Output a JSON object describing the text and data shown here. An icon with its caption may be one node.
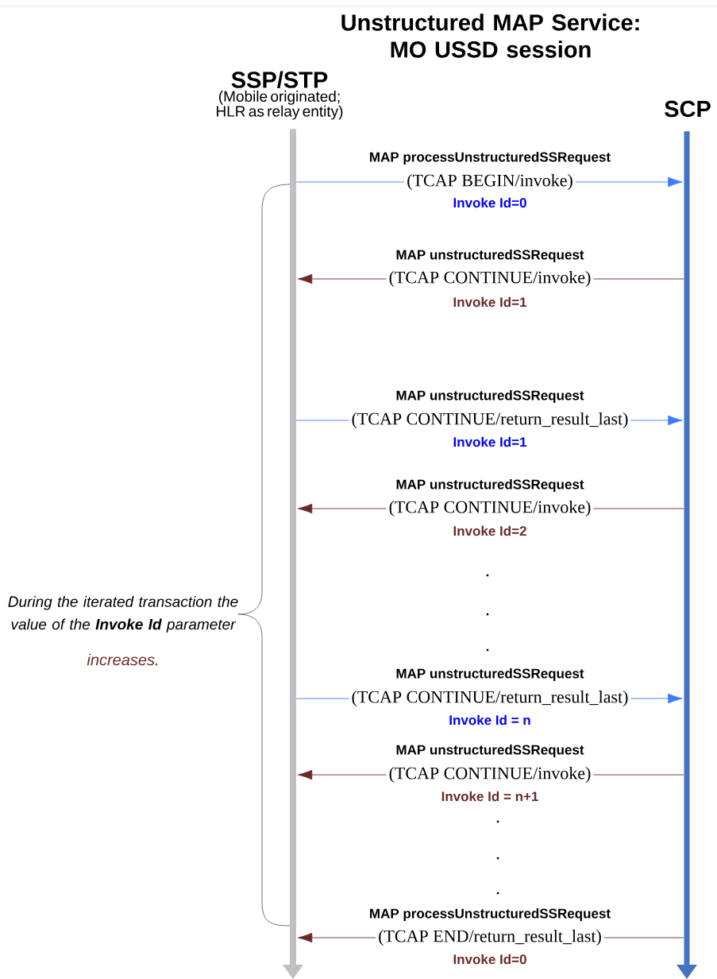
{
  "diagram": {
    "title": "Unstructured MAP Service: MO USSD session",
    "nodes": [
      {
        "text": [
          "SSP/STP",
          "(Mobile originated; HLR as relay entity)"
        ]
      },
      {
        "text": [
          "SCP"
        ]
      },
      {
        "text": [],
        "shape": "bar"
      },
      {
        "text": [],
        "shape": "bar"
      }
    ],
    "edges": [
      {
        "from": 2,
        "to": 3,
        "arrow": "to",
        "label": "(TCAP BEGIN/invoke)",
        "color": "#3d7bff"
      },
      {
        "from": 3,
        "to": 2,
        "arrow": "to",
        "label": "(TCAP CONTINUE/invoke)"
      },
      {
        "from": 2,
        "to": 3,
        "arrow": "to",
        "label": "(TCAP CONTINUE/return_result_last)",
        "color": "#3d7bff"
      },
      {
        "from": 3,
        "to": 2,
        "arrow": "to",
        "label": "(TCAP CONTINUE/invoke)"
      },
      {
        "from": 2,
        "to": 3,
        "arrow": "to",
        "label": "(TCAP CONTINUE/return_result_last)",
        "color": "#3d7bff"
      },
      {
        "from": 3,
        "to": 2,
        "arrow": "to",
        "label": "(TCAP CONTINUE/invoke)"
      },
      {
        "from": 3,
        "to": 2,
        "arrow": "to",
        "label": "(TCAP END/return_result_last)"
      }
    ],
    "labels": [
      "MAP processUnstructuredSSRequest",
      "Invoke Id=0",
      "MAP unstructuredSSRequest",
      "Invoke Id=1",
      "MAP unstructuredSSRequest",
      "Invoke Id=1",
      "MAP unstructuredSSRequest",
      "Invoke Id=2",
      ".",
      "During the iterated transaction the value of the **Invoke Id** parameter",
      "increases.",
      ".",
      ".",
      "MAP unstructuredSSRequest",
      "Invoke Id = n",
      "MAP unstructuredSSRequest",
      "Invoke Id = n+1",
      ".",
      ".",
      ".",
      "MAP processUnstructuredSSRequest",
      "Invoke Id=0"
    ]
  }
}
